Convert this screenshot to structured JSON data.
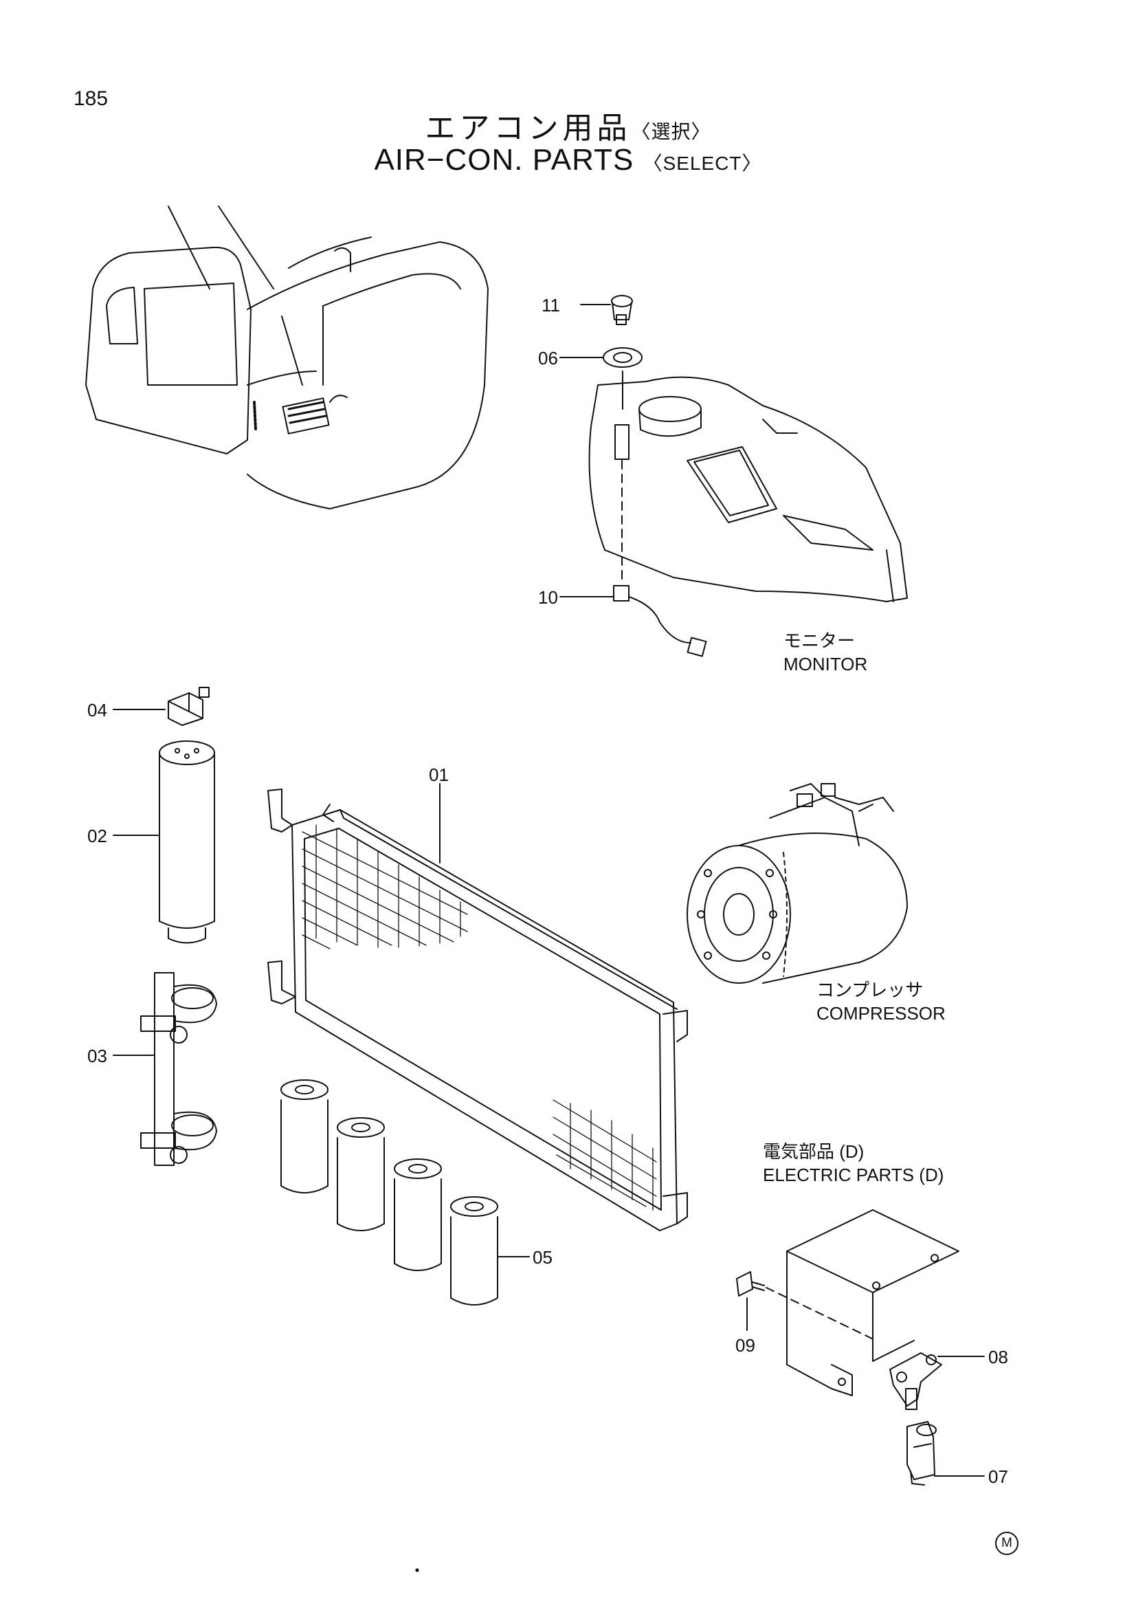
{
  "page_number": "185",
  "title": {
    "jp_main": "エアコン用品",
    "jp_sub": "〈選択〉",
    "en_main": "AIR−CON. PARTS",
    "en_sub": "〈SELECT〉"
  },
  "part_numbers": {
    "p01": "01",
    "p02": "02",
    "p03": "03",
    "p04": "04",
    "p05": "05",
    "p06": "06",
    "p07": "07",
    "p08": "08",
    "p09": "09",
    "p10": "10",
    "p11": "11"
  },
  "captions": {
    "monitor_jp": "モニター",
    "monitor_en": "MONITOR",
    "compressor_jp": "コンプレッサ",
    "compressor_en": "COMPRESSOR",
    "electric_jp": "電気部品 (D)",
    "electric_en": "ELECTRIC PARTS (D)"
  },
  "mark": "M"
}
